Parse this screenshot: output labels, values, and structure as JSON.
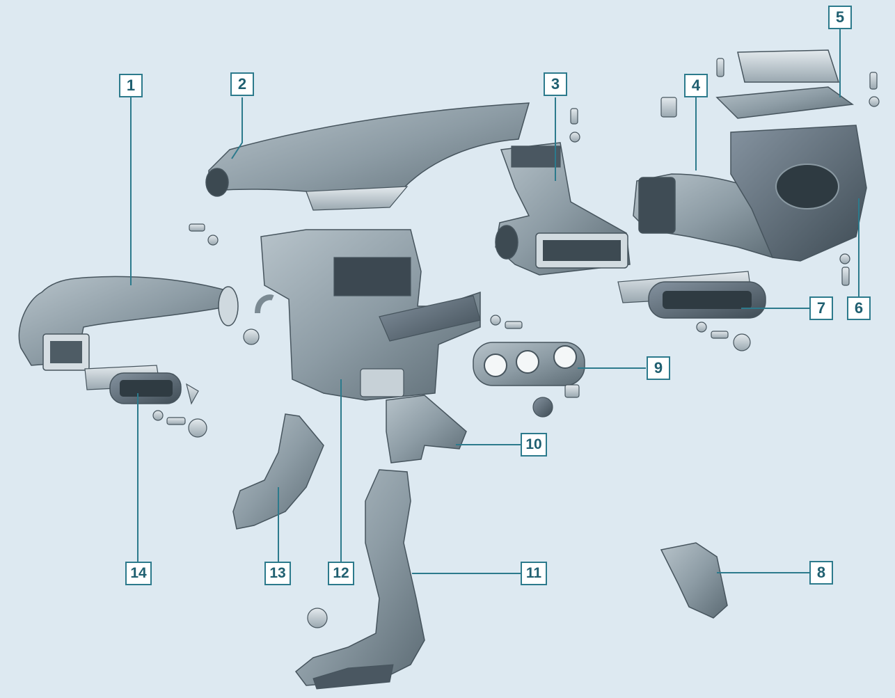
{
  "diagram": {
    "background_color": "#dde9f1",
    "callout_color": "#2c7a8c",
    "part_color": "#8a9aa4",
    "callouts": [
      {
        "id": "c1",
        "label": "1"
      },
      {
        "id": "c2",
        "label": "2"
      },
      {
        "id": "c3",
        "label": "3"
      },
      {
        "id": "c4",
        "label": "4"
      },
      {
        "id": "c5",
        "label": "5"
      },
      {
        "id": "c6",
        "label": "6"
      },
      {
        "id": "c7",
        "label": "7"
      },
      {
        "id": "c8",
        "label": "8"
      },
      {
        "id": "c9",
        "label": "9"
      },
      {
        "id": "c10",
        "label": "10"
      },
      {
        "id": "c11",
        "label": "11"
      },
      {
        "id": "c12",
        "label": "12"
      },
      {
        "id": "c13",
        "label": "13"
      },
      {
        "id": "c14",
        "label": "14"
      }
    ]
  }
}
